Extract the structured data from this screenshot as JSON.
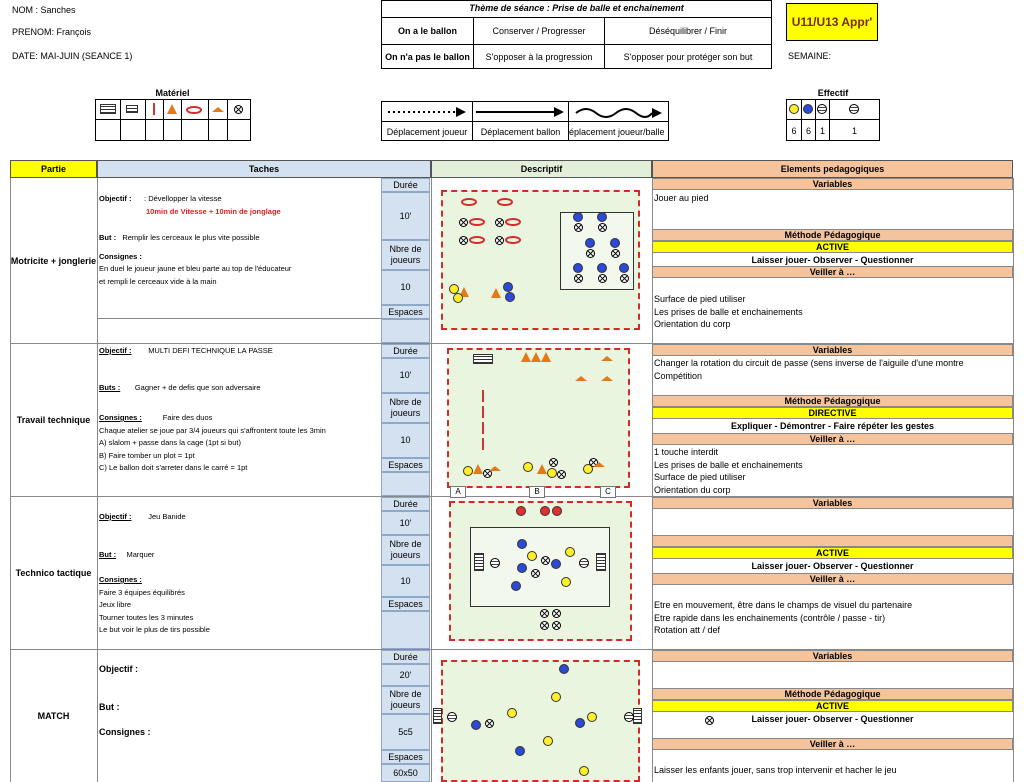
{
  "header": {
    "nom": "NOM : Sanches",
    "prenom": "PRENOM: François",
    "date": "DATE: MAI-JUIN (SEANCE 1)",
    "theme": "Thème de séance : Prise de balle et enchainement",
    "on_a_ballon": "On a le ballon",
    "on_na_pas": "On n'a pas le ballon",
    "conserver": "Conserver / Progresser",
    "desequilibrer": "Déséquilibrer / Finir",
    "opposer_prog": "S'opposer à la progression",
    "opposer_but": "S'opposer pour protéger son but",
    "category": "U11/U13 Appr'",
    "semaine": "SEMAINE:"
  },
  "materiel": {
    "title": "Matériel"
  },
  "legend": {
    "deplacement_joueur": "Déplacement joueur",
    "deplacement_ballon": "Déplacement ballon",
    "deplacement_joueur_balle": "éplacement joueur/balle"
  },
  "effectif": {
    "title": "Effectif",
    "values": [
      "6",
      "6",
      "1",
      "1"
    ]
  },
  "columns": {
    "partie": "Partie",
    "taches": "Taches",
    "descriptif": "Descriptif",
    "elements": "Elements pedagogiques"
  },
  "labels": {
    "duree": "Durée",
    "nbre": "Nbre de joueurs",
    "espaces": "Espaces",
    "variables": "Variables",
    "methode": "Méthode Pédagogique",
    "veiller": "Veiller à …"
  },
  "rows": [
    {
      "partie": "Motricite + jonglerie",
      "objectif_label": "Objectif :",
      "objectif": ": Dévellopper la vitesse",
      "objectif_red": "10min de Vitesse + 10min de jonglage",
      "but_label": "But :",
      "but": "Remplir les cerceaux le plus vite possible",
      "consignes_label": "Consignes :",
      "consignes": [
        "En duel le joueur jaune et bleu parte au top de l'éducateur",
        "et rempli le cerceaux vide à la main"
      ],
      "duree": "10'",
      "nbre": "10",
      "variables": "Jouer au pied",
      "methode": "ACTIVE",
      "methode_detail": "Laisser jouer- Observer - Questionner",
      "veiller": [
        "Surface de pied utiliser",
        "Les prises de balle et enchainements",
        "Orientation du corp"
      ]
    },
    {
      "partie": "Travail technique",
      "objectif_label": "Objectif :",
      "objectif": "MULTI DEFI TECHNIQUE LA PASSE",
      "but_label": "Buts :",
      "but": "Gagner + de defis que son adversaire",
      "consignes_label": "Consignes :",
      "consignes_head": "Faire des duos",
      "consignes": [
        "Chaque atelier se joue par 3/4 joueurs qui s'affrontent toute les 3min",
        "A) slalom + passe dans la cage (1pt si but)",
        "B) Faire tomber un plot = 1pt",
        "C) Le ballon doit s'arreter dans le carré = 1pt"
      ],
      "duree": "10'",
      "nbre": "10",
      "variables": [
        "Changer la rotation du circuit de passe (sens inverse de l'aiguile d'une montre",
        "Compétition"
      ],
      "methode": "DIRECTIVE",
      "methode_detail": "Expliquer - Démontrer - Faire répéter les gestes",
      "veiller": [
        "1 touche interdit",
        "Les prises de balle et enchainements",
        "Surface de pied utiliser",
        "Orientation du corp"
      ],
      "stations": [
        "A",
        "B",
        "C"
      ]
    },
    {
      "partie": "Technico tactique",
      "objectif_label": "Objectif :",
      "objectif": "Jeu Banide",
      "but_label": "But :",
      "but": "Marquer",
      "consignes_label": "Consignes :",
      "consignes": [
        "Faire 3 équipes équilibrés",
        "Jeux libre",
        "Tourner toutes les 3 minutes",
        "Le but voir le plus de tirs possible"
      ],
      "duree": "10'",
      "nbre": "10",
      "methode": "ACTIVE",
      "methode_detail": "Laisser jouer- Observer - Questionner",
      "veiller": [
        "Etre en mouvement, être dans le champs de visuel du partenaire",
        "Etre rapide dans les enchainements (contrôle / passe - tir)",
        "Rotation att / def"
      ]
    },
    {
      "partie": "MATCH",
      "objectif_label": "Objectif :",
      "but_label": "But :",
      "consignes_label": "Consignes :",
      "duree": "20'",
      "nbre": "5c5",
      "espaces": "60x50",
      "methode": "ACTIVE",
      "methode_detail": "Laisser jouer- Observer - Questionner",
      "veiller": [
        "Laisser les enfants jouer, sans trop intervenir et hacher le jeu"
      ]
    }
  ]
}
